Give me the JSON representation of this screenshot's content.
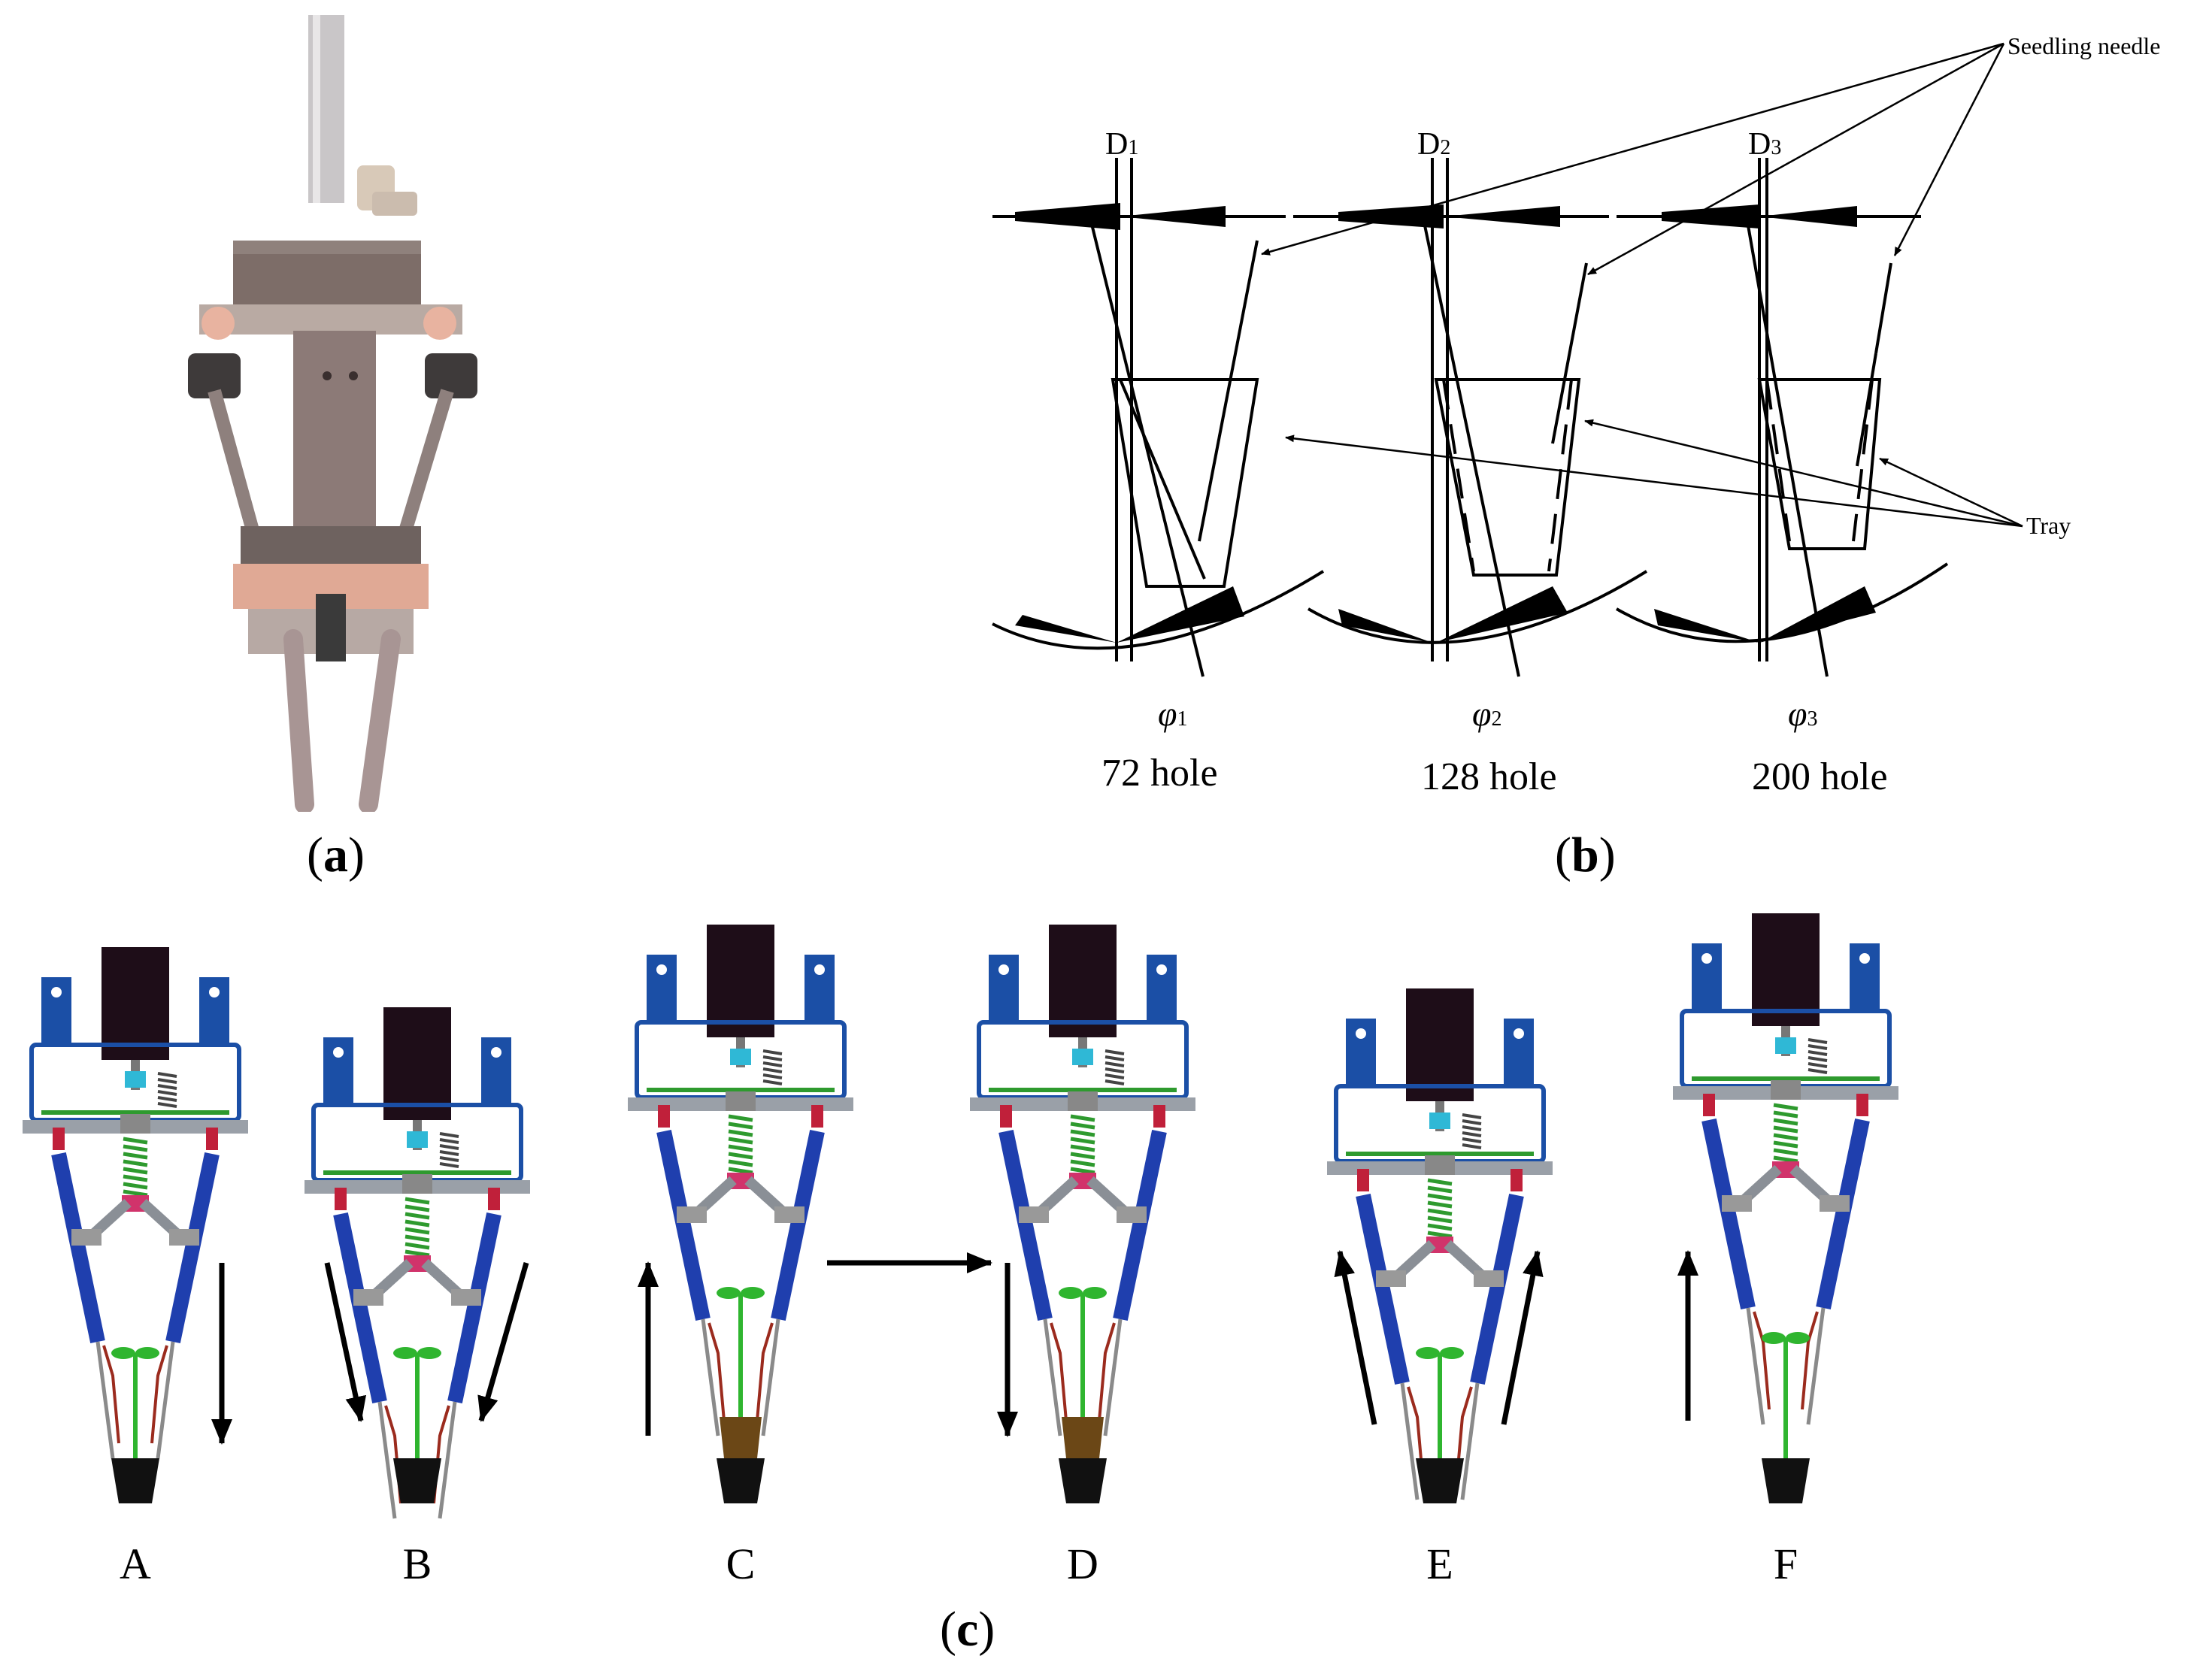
{
  "panel_a": {
    "caption_open": "(",
    "caption_letter": "a",
    "caption_close": ")"
  },
  "panel_b": {
    "caption_open": "(",
    "caption_letter": "b",
    "caption_close": ")",
    "callout_needle": "Seedling needle",
    "callout_tray": "Tray",
    "columns": [
      {
        "d_base": "D",
        "d_sub": "1",
        "phi_base": "φ",
        "phi_sub": "1",
        "label": "72 hole"
      },
      {
        "d_base": "D",
        "d_sub": "2",
        "phi_base": "φ",
        "phi_sub": "2",
        "label": "128 hole"
      },
      {
        "d_base": "D",
        "d_sub": "3",
        "phi_base": "φ",
        "phi_sub": "3",
        "label": "200 hole"
      }
    ]
  },
  "panel_c": {
    "caption_open": "(",
    "caption_letter": "c",
    "caption_close": ")",
    "stages": [
      "A",
      "B",
      "C",
      "D",
      "E",
      "F"
    ]
  },
  "colors": {
    "arm": "#1f3fae",
    "bracket": "#1b4fa6",
    "motor": "#1e0d18",
    "spring": "#2e9a2e",
    "seedling": "#2fb52f",
    "tray": "#111111",
    "soil": "#6b4716",
    "joint": "#c0203a"
  }
}
